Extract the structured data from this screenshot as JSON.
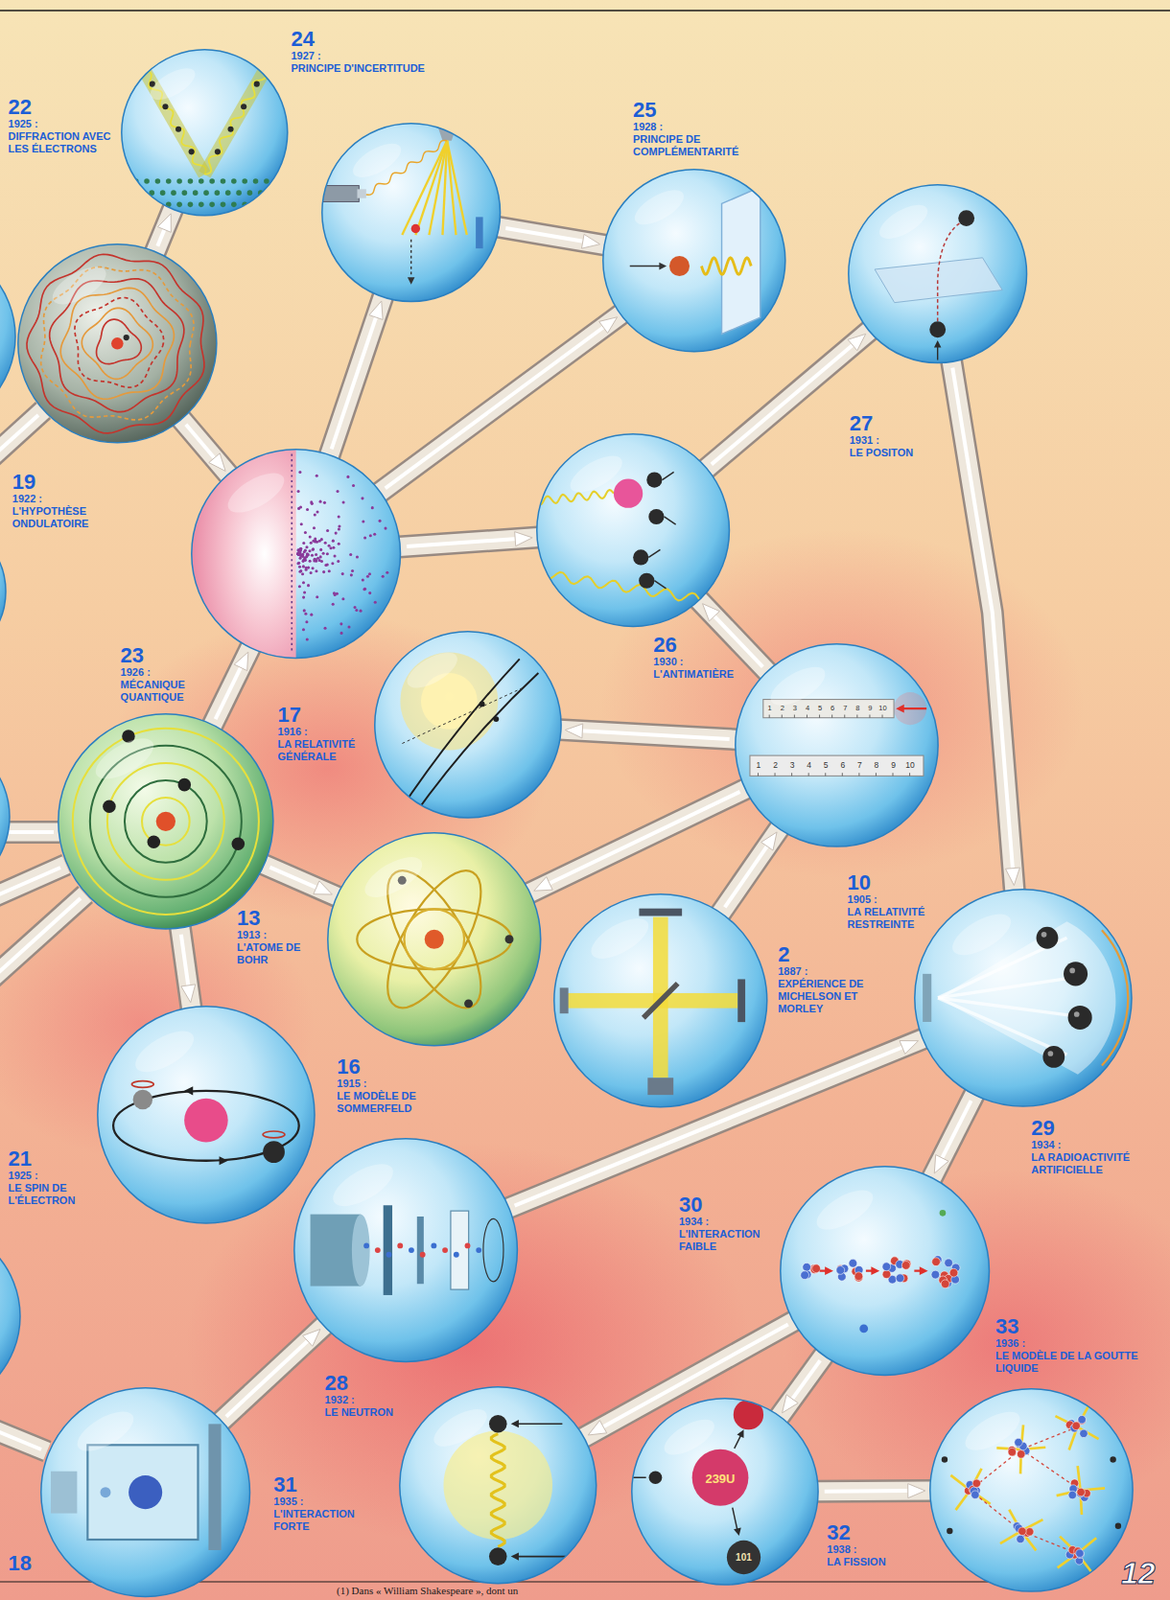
{
  "diagram": {
    "nodes": [
      {
        "text": [
          "22",
          "1925 :",
          "DIFFRACTION AVEC LES ÉLECTRONS"
        ]
      },
      {
        "text": [
          "24",
          "1927 :",
          "PRINCIPE D'INCERTITUDE"
        ]
      },
      {
        "text": [
          "25",
          "1928 :",
          "PRINCIPE DE COMPLÉMENTARITÉ"
        ]
      },
      {
        "text": [
          "27",
          "1931 :",
          "LE POSITON"
        ]
      },
      {
        "text": [
          "19",
          "1922 :",
          "L'HYPOTHÈSE ONDULATOIRE"
        ]
      },
      {
        "text": [
          "26",
          "1930 :",
          "L'ANTIMATIÈRE"
        ]
      },
      {
        "text": [
          "23",
          "1926 :",
          "MÉCANIQUE QUANTIQUE"
        ]
      },
      {
        "text": [
          "17",
          "1916 :",
          "LA RELATIVITÉ GÉNÉRALE"
        ]
      },
      {
        "text": [
          "10",
          "1905 :",
          "LA RELATIVITÉ RESTREINTE"
        ]
      },
      {
        "text": [
          "13",
          "1913 :",
          "L'ATOME DE BOHR"
        ]
      },
      {
        "text": [
          "16",
          "1915 :",
          "LE MODÈLE DE SOMMERFELD"
        ]
      },
      {
        "text": [
          "2",
          "1887 :",
          "EXPÉRIENCE DE MICHELSON ET MORLEY"
        ]
      },
      {
        "text": [
          "29",
          "1934 :",
          "LA RADIOACTIVITÉ ARTIFICIELLE"
        ]
      },
      {
        "text": [
          "21",
          "1925 :",
          "LE SPIN DE L'ÉLECTRON"
        ]
      },
      {
        "text": [
          "28",
          "1932 :",
          "LE NEUTRON"
        ]
      },
      {
        "text": [
          "30",
          "1934 :",
          "L'INTERACTION FAIBLE"
        ]
      },
      {
        "text": [
          "18"
        ]
      },
      {
        "text": [
          "31",
          "1935 :",
          "L'INTERACTION FORTE"
        ]
      },
      {
        "text": [
          "32",
          "1938 :",
          "LA FISSION"
        ]
      },
      {
        "text": [
          "33",
          "1936 :",
          "LE MODÈLE DE LA GOUTTE LIQUIDE"
        ]
      }
    ],
    "edges": [
      {
        "from": 4,
        "to": 0,
        "arrow": "to"
      },
      {
        "from": 4,
        "to": 6,
        "arrow": "to"
      },
      {
        "from": 6,
        "to": 1,
        "arrow": "to"
      },
      {
        "from": 6,
        "to": 2,
        "arrow": "to"
      },
      {
        "from": 6,
        "to": 5,
        "arrow": "to"
      },
      {
        "from": 1,
        "to": 2,
        "arrow": "to"
      },
      {
        "from": 5,
        "to": 3,
        "arrow": "to"
      },
      {
        "from": 3,
        "to": 12,
        "arrow": "to"
      },
      {
        "from": 9,
        "to": 6,
        "arrow": "to"
      },
      {
        "from": 9,
        "to": 10,
        "arrow": "to"
      },
      {
        "from": 9,
        "to": 13,
        "arrow": "to"
      },
      {
        "from": 8,
        "to": 5,
        "arrow": "to"
      },
      {
        "from": 8,
        "to": 7,
        "arrow": "to"
      },
      {
        "from": 8,
        "to": 10,
        "arrow": "to"
      },
      {
        "from": 11,
        "to": 8,
        "arrow": "to"
      },
      {
        "from": 14,
        "to": 12,
        "arrow": "to"
      },
      {
        "from": 12,
        "to": 15,
        "arrow": "to"
      },
      {
        "from": 15,
        "to": 17,
        "arrow": "to"
      },
      {
        "from": 15,
        "to": 18,
        "arrow": "to"
      },
      {
        "from": 18,
        "to": 19,
        "arrow": "to"
      },
      {
        "from": 16,
        "to": 14,
        "arrow": "to"
      }
    ],
    "labels": [
      "(1) Dans « William Shakespeare », dont un",
      "12",
      "1",
      "2",
      "3",
      "4",
      "5",
      "6",
      "7",
      "8",
      "9",
      "10",
      "1",
      "2",
      "3",
      "4",
      "5",
      "6",
      "7",
      "8",
      "9",
      "10",
      "239U",
      "101"
    ]
  }
}
